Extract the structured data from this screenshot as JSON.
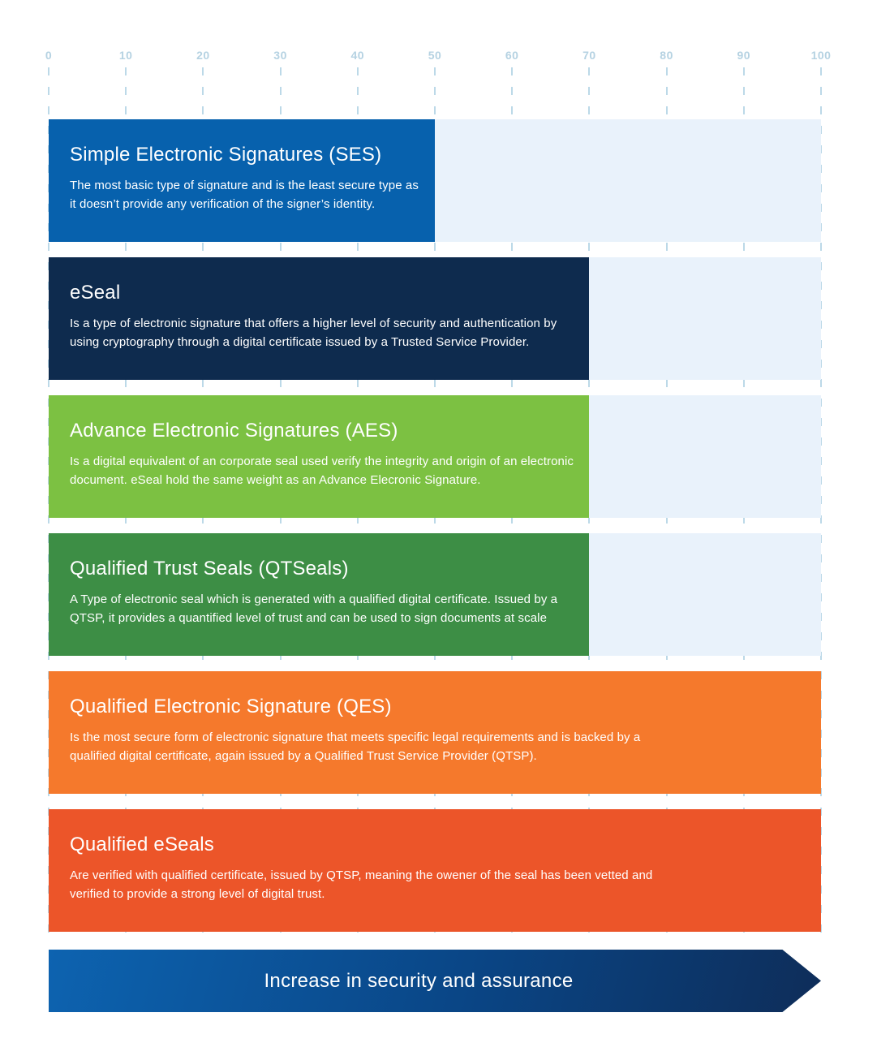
{
  "chart_data": {
    "type": "bar",
    "orientation": "horizontal",
    "title": "",
    "xlabel": "",
    "ylabel": "",
    "axis_ticks": [
      0,
      10,
      20,
      30,
      40,
      50,
      60,
      70,
      80,
      90,
      100
    ],
    "xlim": [
      0,
      100
    ],
    "grid": "dashed-vertical",
    "track_color": "#e9f2fb",
    "axis_label_color": "#b5d2e2",
    "bars": [
      {
        "label": "Simple Electronic Signatures (SES)",
        "description": "The most basic type of signature and is the least secure type as it doesn’t provide any verification of the signer’s identity.",
        "value": 50,
        "color": "#0761ad"
      },
      {
        "label": "eSeal",
        "description": "Is a type of electronic signature that offers a higher level of security and authentication by using cryptography through a digital certificate issued by a Trusted Service Provider.",
        "value": 70,
        "color": "#0e2b4e"
      },
      {
        "label": "Advance Electronic Signatures (AES)",
        "description": "Is a digital equivalent of an corporate seal used verify the integrity and origin of an electronic document. eSeal hold the same weight as an Advance Elecronic Signature.",
        "value": 70,
        "color": "#7cc142"
      },
      {
        "label": "Qualified Trust Seals (QTSeals)",
        "description": "A Type of electronic seal which is generated with a qualified digital certificate. Issued by a QTSP, it provides a quantified level of trust and can be used to sign documents at scale",
        "value": 70,
        "color": "#3d8e45"
      },
      {
        "label": "Qualified Electronic Signature (QES)",
        "description": "Is the most secure form of electronic signature that meets specific legal requirements and is backed by a qualified digital certificate, again issued by a Qualified Trust Service Provider (QTSP).",
        "value": 100,
        "color": "#f5792c"
      },
      {
        "label": "Qualified eSeals",
        "description": "Are verified with qualified certificate, issued by QTSP, meaning the owener of the seal has been vetted and verified to provide a strong level of digital trust.",
        "value": 100,
        "color": "#ec5529"
      }
    ],
    "arrow_label": "Increase in security and assurance",
    "arrow_gradient": [
      "#0d63b0",
      "#0e2d59"
    ]
  }
}
